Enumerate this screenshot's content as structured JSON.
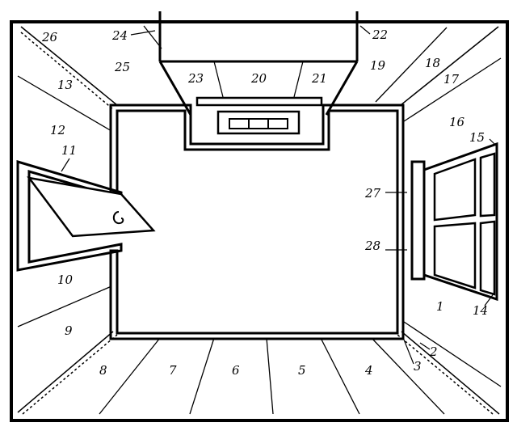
{
  "diagram": {
    "type": "room-unfolding-plan",
    "labels": [
      "1",
      "2",
      "3",
      "4",
      "5",
      "6",
      "7",
      "8",
      "9",
      "10",
      "11",
      "12",
      "13",
      "14",
      "15",
      "16",
      "17",
      "18",
      "19",
      "20",
      "21",
      "22",
      "23",
      "24",
      "25",
      "26",
      "27",
      "28"
    ],
    "colors": {
      "line": "#000000",
      "background": "#ffffff"
    },
    "parts": {
      "door": "door-panel-open",
      "window": "window-frame",
      "ceiling_duct": "ventilation-hood",
      "vent_grille": "vent-grille"
    }
  }
}
